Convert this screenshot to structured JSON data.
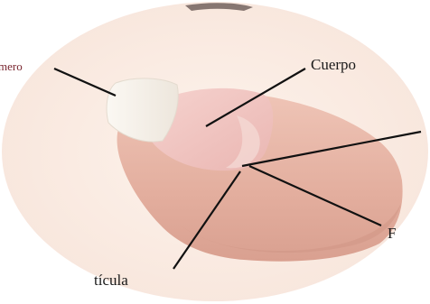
{
  "diagram": {
    "labels": {
      "borde_libre": "mero",
      "cuerpo": "Cuerpo",
      "raiz": "F",
      "cuticula": "tícula"
    },
    "colors": {
      "background": "#fbefe7",
      "skin": "#e9bfb0",
      "nail_bed": "#f1cbc6",
      "free_edge": "#f6f1ea",
      "leader_line": "#111111",
      "accent_label": "#7a2630"
    }
  }
}
